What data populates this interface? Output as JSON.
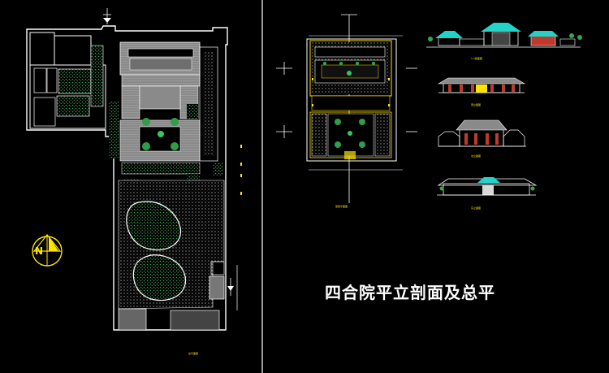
{
  "drawing": {
    "title": "四合院平立剖面及总平",
    "caption_site_plan": "总平面图",
    "caption_floor_plan": "首层平面图",
    "caption_elev_1": "1-1剖面图",
    "caption_elev_2": "南立面图",
    "caption_elev_3": "北立面图",
    "caption_elev_4": "东立面图",
    "north_mark": "N",
    "colors": {
      "background": "#000000",
      "linework": "#ffffff",
      "accent": "#ffe400",
      "tree": "#22c55e",
      "roof": "#a0a0a0",
      "timber": "#c0392b",
      "eave": "#23d3c8"
    }
  }
}
